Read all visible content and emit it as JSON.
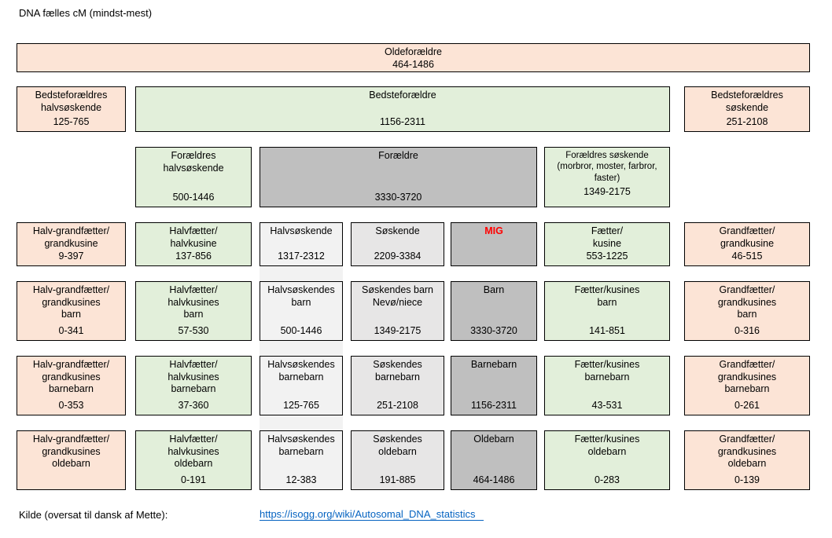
{
  "title": "DNA fælles cM (mindst-mest)",
  "colors": {
    "peach": "#fce4d6",
    "green": "#e2efda",
    "gray_lightest": "#f2f2f2",
    "gray_light": "#e7e6e6",
    "gray_dark": "#bfbfbf",
    "mig_red": "#ff0000",
    "link_blue": "#0563c1"
  },
  "rows": [
    [
      {
        "label": "Oldeforældre",
        "range": "464-1486"
      }
    ],
    [
      {
        "label": "Bedsteforældres\nhalvsøskende",
        "range": "125-765"
      },
      {
        "label": "Bedsteforældre",
        "range": "1156-2311"
      },
      {
        "label": "Bedsteforældres\nsøskende",
        "range": "251-2108"
      }
    ],
    [
      {
        "label": "Forældres\nhalvsøskende",
        "range": "500-1446"
      },
      {
        "label": "Forældre",
        "range": "3330-3720"
      },
      {
        "label": "Forældres søskende\n(morbror, moster, farbror,\nfaster)",
        "range": "1349-2175"
      }
    ],
    [
      {
        "label": "Halv-grandfætter/\ngrandkusine",
        "range": "9-397"
      },
      {
        "label": "Halvfætter/\nhalvkusine",
        "range": "137-856"
      },
      {
        "label": "Halvsøskende",
        "range": "1317-2312"
      },
      {
        "label": "Søskende",
        "range": "2209-3384"
      },
      {
        "label": "MIG",
        "range": ""
      },
      {
        "label": "Fætter/\nkusine",
        "range": "553-1225"
      },
      {
        "label": "Grandfætter/\ngrandkusine",
        "range": "46-515"
      }
    ],
    [
      {
        "label": "Halv-grandfætter/\ngrandkusines\nbarn",
        "range": "0-341"
      },
      {
        "label": "Halvfætter/\nhalvkusines\nbarn",
        "range": "57-530"
      },
      {
        "label": "Halvsøskendes\nbarn",
        "range": "500-1446"
      },
      {
        "label": "Søskendes barn\nNevø/niece",
        "range": "1349-2175"
      },
      {
        "label": "Barn",
        "range": "3330-3720"
      },
      {
        "label": "Fætter/kusines\nbarn",
        "range": "141-851"
      },
      {
        "label": "Grandfætter/\ngrandkusines\nbarn",
        "range": "0-316"
      }
    ],
    [
      {
        "label": "Halv-grandfætter/\ngrandkusines\nbarnebarn",
        "range": "0-353"
      },
      {
        "label": "Halvfætter/\nhalvkusines\nbarnebarn",
        "range": "37-360"
      },
      {
        "label": "Halvsøskendes\nbarnebarn",
        "range": "125-765"
      },
      {
        "label": "Søskendes\nbarnebarn",
        "range": "251-2108"
      },
      {
        "label": "Barnebarn",
        "range": "1156-2311"
      },
      {
        "label": "Fætter/kusines\nbarnebarn",
        "range": "43-531"
      },
      {
        "label": "Grandfætter/\ngrandkusines\nbarnebarn",
        "range": "0-261"
      }
    ],
    [
      {
        "label": "Halv-grandfætter/\ngrandkusines\noldebarn",
        "range": ""
      },
      {
        "label": "Halvfætter/\nhalvkusines\noldebarn",
        "range": "0-191"
      },
      {
        "label": "Halvsøskendes\nbarnebarn",
        "range": "12-383"
      },
      {
        "label": "Søskendes\noldebarn",
        "range": "191-885"
      },
      {
        "label": "Oldebarn",
        "range": "464-1486"
      },
      {
        "label": "Fætter/kusines\noldebarn",
        "range": "0-283"
      },
      {
        "label": "Grandfætter/\ngrandkusines\noldebarn",
        "range": "0-139"
      }
    ]
  ],
  "footer": {
    "source_label": "Kilde (oversat til dansk af Mette):",
    "link_text": "https://isogg.org/wiki/Autosomal_DNA_statistics"
  }
}
